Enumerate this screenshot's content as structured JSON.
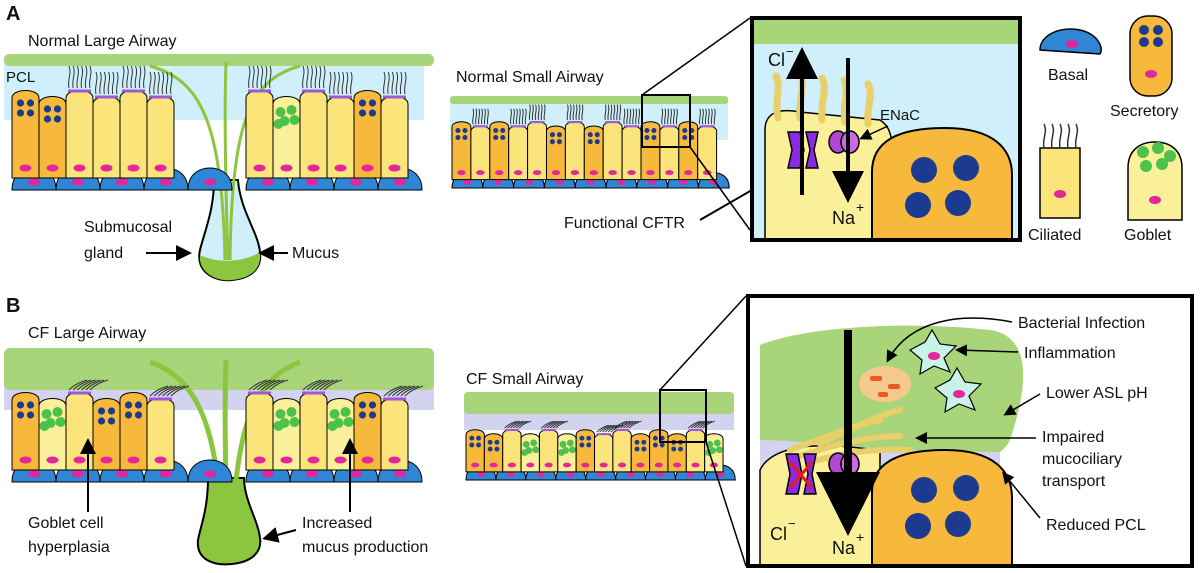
{
  "panel_a": {
    "letter": "A",
    "large_airway_title": "Normal Large Airway",
    "pcl_label": "PCL",
    "small_airway_title": "Normal Small Airway",
    "submucosal_label_1": "Submucosal",
    "submucosal_label_2": "gland",
    "mucus_label": "Mucus",
    "cftr_label": "Functional CFTR",
    "inset": {
      "cl": "Cl",
      "na": "Na",
      "enac": "ENaC",
      "minus": "−",
      "plus": "+"
    }
  },
  "legend": {
    "basal": "Basal",
    "secretory": "Secretory",
    "ciliated": "Ciliated",
    "goblet": "Goblet"
  },
  "panel_b": {
    "letter": "B",
    "large_airway_title": "CF Large Airway",
    "small_airway_title": "CF Small Airway",
    "goblet_label_1": "Goblet cell",
    "goblet_label_2": "hyperplasia",
    "mucus_label_1": "Increased",
    "mucus_label_2": "mucus production",
    "inset": {
      "cl": "Cl",
      "na": "Na",
      "minus": "−",
      "plus": "+",
      "bacterial_infection": "Bacterial Infection",
      "inflammation": "Inflammation",
      "lower_asl": "Lower ASL pH",
      "impaired_1": "Impaired",
      "impaired_2": "mucociliary",
      "impaired_3": "transport",
      "reduced_pcl": "Reduced PCL"
    }
  },
  "colors": {
    "mucus": "#a8d47a",
    "pcl_normal": "#cfeffa",
    "pcl_cf": "#d3d3f0",
    "secretory": "#f6b93b",
    "ciliated": "#fbe57a",
    "basal": "#2f86d4",
    "nucleus": "#1c3b8f",
    "goblet_granule": "#4cc14c",
    "magenta": "#e6249b",
    "cilia_base": "#9b59d6",
    "channel": "#8a2be2"
  }
}
